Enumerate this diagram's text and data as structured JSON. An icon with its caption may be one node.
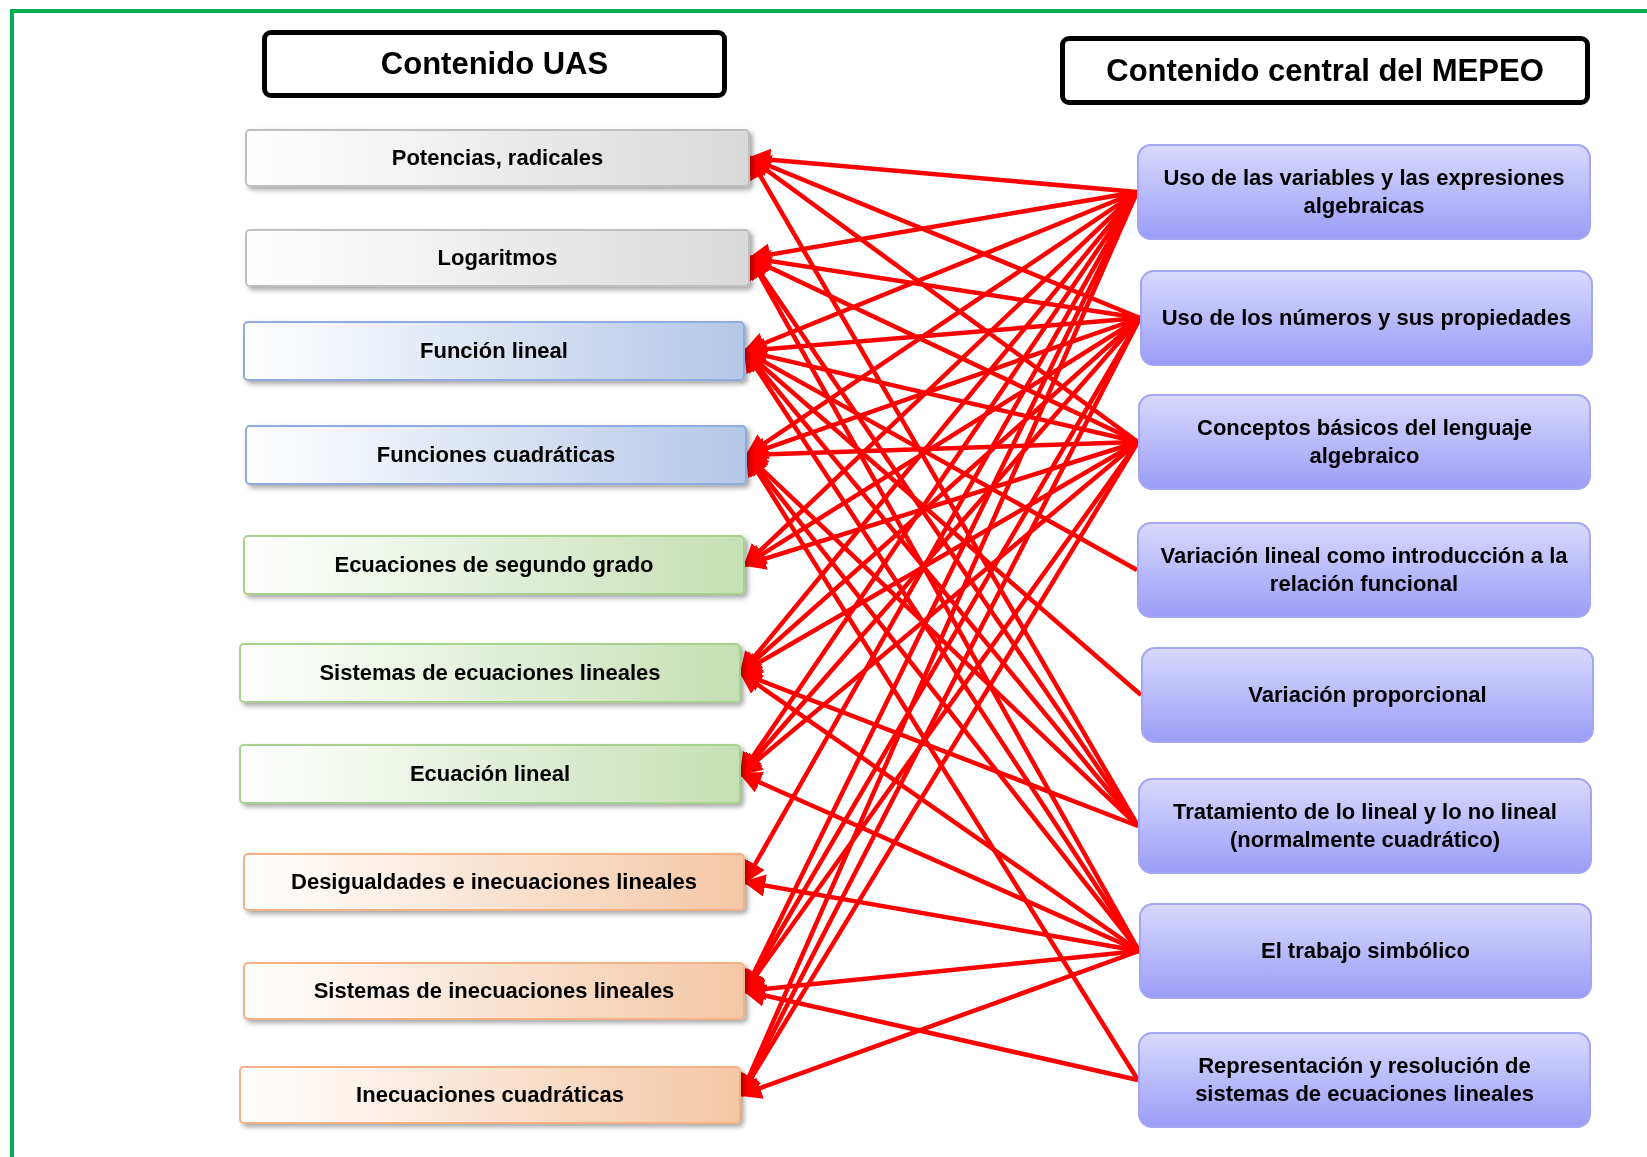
{
  "diagram": {
    "nodes": [
      {
        "text": [
          "Contenido UAS"
        ]
      },
      {
        "text": [
          "Potencias, radicales"
        ]
      },
      {
        "text": [
          "Logaritmos"
        ]
      },
      {
        "text": [
          "Función lineal"
        ]
      },
      {
        "text": [
          "Funciones cuadráticas"
        ]
      },
      {
        "text": [
          "Ecuaciones de segundo grado"
        ]
      },
      {
        "text": [
          "Sistemas de ecuaciones lineales"
        ]
      },
      {
        "text": [
          "Ecuación lineal"
        ]
      },
      {
        "text": [
          "Desigualdades e inecuaciones lineales"
        ]
      },
      {
        "text": [
          "Sistemas de inecuaciones lineales"
        ]
      },
      {
        "text": [
          "Inecuaciones cuadráticas"
        ]
      },
      {
        "text": [
          "Contenido central del MEPEO"
        ]
      },
      {
        "text": [
          "Uso de las variables y las expresiones algebraicas"
        ]
      },
      {
        "text": [
          "Uso de los números y sus propiedades"
        ]
      },
      {
        "text": [
          "Conceptos básicos del lenguaje algebraico"
        ]
      },
      {
        "text": [
          "Variación lineal como introducción a la relación funcional"
        ]
      },
      {
        "text": [
          "Variación proporcional"
        ]
      },
      {
        "text": [
          "Tratamiento de lo lineal y lo no lineal (normalmente cuadrático)"
        ]
      },
      {
        "text": [
          "El trabajo simbólico"
        ]
      },
      {
        "text": [
          "Representación y resolución de sistemas de ecuaciones lineales"
        ]
      }
    ],
    "edges": [
      {
        "from": 12,
        "to": 1,
        "arrow": "to"
      },
      {
        "from": 12,
        "to": 2,
        "arrow": "to"
      },
      {
        "from": 12,
        "to": 3,
        "arrow": "to"
      },
      {
        "from": 12,
        "to": 4,
        "arrow": "to"
      },
      {
        "from": 12,
        "to": 5,
        "arrow": "to"
      },
      {
        "from": 12,
        "to": 6,
        "arrow": "to"
      },
      {
        "from": 12,
        "to": 7,
        "arrow": "to"
      },
      {
        "from": 12,
        "to": 8,
        "arrow": "to"
      },
      {
        "from": 12,
        "to": 9,
        "arrow": "to"
      },
      {
        "from": 12,
        "to": 10,
        "arrow": "to"
      },
      {
        "from": 13,
        "to": 1,
        "arrow": "to"
      },
      {
        "from": 13,
        "to": 2,
        "arrow": "to"
      },
      {
        "from": 13,
        "to": 3,
        "arrow": "to"
      },
      {
        "from": 13,
        "to": 4,
        "arrow": "to"
      },
      {
        "from": 13,
        "to": 5,
        "arrow": "to"
      },
      {
        "from": 13,
        "to": 6,
        "arrow": "to"
      },
      {
        "from": 13,
        "to": 7,
        "arrow": "to"
      },
      {
        "from": 13,
        "to": 9,
        "arrow": "to"
      },
      {
        "from": 13,
        "to": 10,
        "arrow": "to"
      },
      {
        "from": 14,
        "to": 1,
        "arrow": "to"
      },
      {
        "from": 14,
        "to": 2,
        "arrow": "to"
      },
      {
        "from": 14,
        "to": 3,
        "arrow": "to"
      },
      {
        "from": 14,
        "to": 4,
        "arrow": "to"
      },
      {
        "from": 14,
        "to": 5,
        "arrow": "to"
      },
      {
        "from": 14,
        "to": 6,
        "arrow": "to"
      },
      {
        "from": 14,
        "to": 7,
        "arrow": "to"
      },
      {
        "from": 14,
        "to": 9,
        "arrow": "to"
      },
      {
        "from": 14,
        "to": 10,
        "arrow": "to"
      },
      {
        "from": 15,
        "to": 3,
        "arrow": "to"
      },
      {
        "from": 16,
        "to": 3,
        "arrow": "to"
      },
      {
        "from": 17,
        "to": 1,
        "arrow": "to"
      },
      {
        "from": 17,
        "to": 2,
        "arrow": "to"
      },
      {
        "from": 17,
        "to": 3,
        "arrow": "to"
      },
      {
        "from": 17,
        "to": 4,
        "arrow": "to"
      },
      {
        "from": 17,
        "to": 6,
        "arrow": "to"
      },
      {
        "from": 18,
        "to": 2,
        "arrow": "to"
      },
      {
        "from": 18,
        "to": 3,
        "arrow": "to"
      },
      {
        "from": 18,
        "to": 4,
        "arrow": "to"
      },
      {
        "from": 18,
        "to": 6,
        "arrow": "to"
      },
      {
        "from": 18,
        "to": 7,
        "arrow": "to"
      },
      {
        "from": 18,
        "to": 8,
        "arrow": "to"
      },
      {
        "from": 18,
        "to": 9,
        "arrow": "to"
      },
      {
        "from": 18,
        "to": 10,
        "arrow": "to"
      },
      {
        "from": 19,
        "to": 4,
        "arrow": "to"
      },
      {
        "from": 19,
        "to": 9,
        "arrow": "to"
      }
    ]
  }
}
